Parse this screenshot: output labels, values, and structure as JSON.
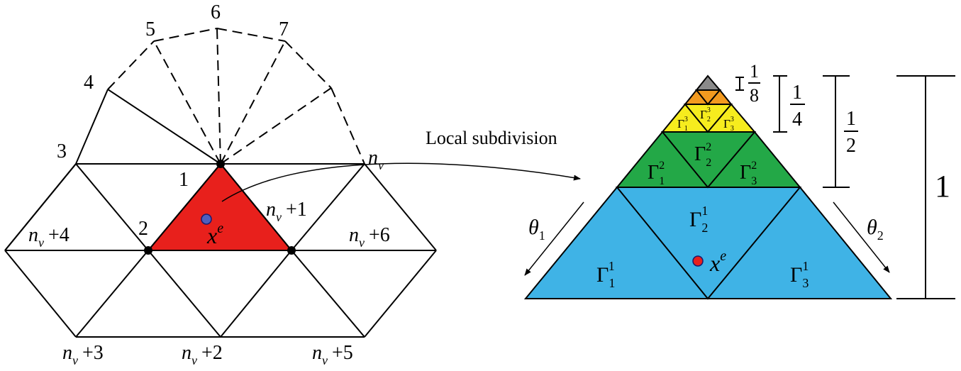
{
  "left_mesh": {
    "vertex_numbers": [
      "1",
      "2",
      "3",
      "4",
      "5",
      "6",
      "7"
    ],
    "nv": "n",
    "nv_sub": "v",
    "nv_labels": [
      "n_v",
      "n_v +1",
      "n_v +2",
      "n_v +3",
      "n_v +4",
      "n_v +5",
      "n_v +6"
    ],
    "plus_suffixes": [
      "+1",
      "+2",
      "+3",
      "+4",
      "+5",
      "+6"
    ],
    "point_label": "x",
    "point_sup": "e",
    "colors": {
      "element": "#e8201c",
      "point": "#4e5fbf"
    }
  },
  "arrow_caption": "Local subdivision",
  "right_tri": {
    "gamma": "Γ",
    "subs": [
      "1",
      "2",
      "3"
    ],
    "level_sups": [
      "1",
      "2",
      "3"
    ],
    "point_label": "x",
    "point_sup": "e",
    "theta": "θ",
    "theta_subs": [
      "1",
      "2"
    ],
    "scales": [
      {
        "num": "1",
        "den": "8"
      },
      {
        "num": "1",
        "den": "4"
      },
      {
        "num": "1",
        "den": "2"
      }
    ],
    "scale_full": "1",
    "colors": {
      "level1": "#3fb3e6",
      "level2": "#23a847",
      "level3": "#f6ec1e",
      "level4": "#f39a1f",
      "top": "#8a8a8a",
      "point": "#e8201c"
    }
  }
}
